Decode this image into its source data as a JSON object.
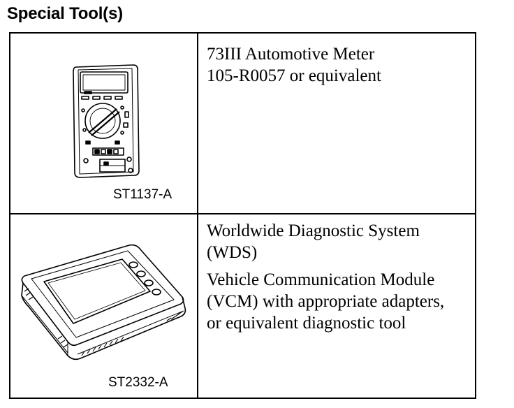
{
  "heading": "Special Tool(s)",
  "tools": [
    {
      "caption": "ST1137-A",
      "description": [
        "73III Automotive Meter",
        "105-R0057 or equivalent"
      ],
      "icon": "multimeter-illustration"
    },
    {
      "caption": "ST2332-A",
      "description": [
        "Worldwide Diagnostic System (WDS)",
        "Vehicle Communication Module (VCM) with appropriate adapters, or equivalent diagnostic tool"
      ],
      "icon": "diagnostic-module-illustration"
    }
  ]
}
